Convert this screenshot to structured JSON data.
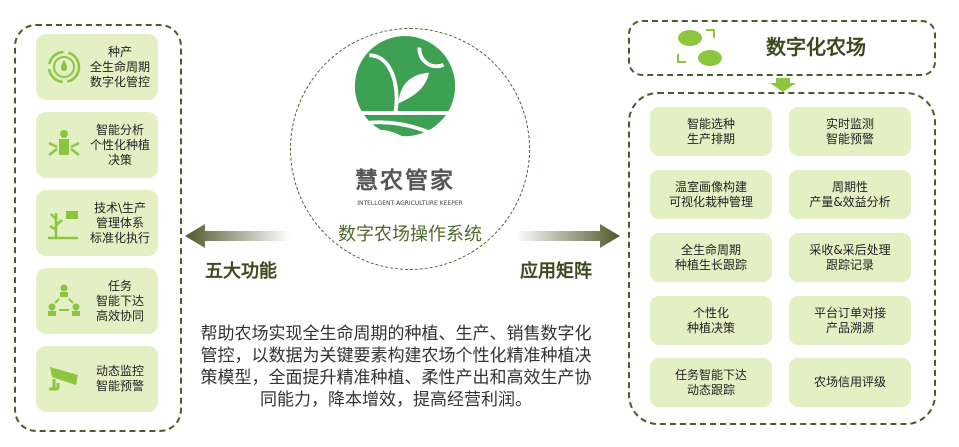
{
  "left_panel": {
    "items": [
      {
        "label": "种产\n全生命周期\n数字化管控",
        "icon": "water-cycle-icon"
      },
      {
        "label": "智能分析\n个性化种植\n决策",
        "icon": "person-arrows-icon"
      },
      {
        "label": "技术\\生产\n管理体系\n标准化执行",
        "icon": "plant-chart-icon"
      },
      {
        "label": "任务\n智能下达\n高效协同",
        "icon": "team-hierarchy-icon"
      },
      {
        "label": "动态监控\n智能预警",
        "icon": "camera-icon"
      }
    ]
  },
  "center": {
    "logo_name": "慧农管家",
    "logo_subtitle": "INTELLGENT AGRICULTURE KEEPER",
    "system_title": "数字农场操作系统",
    "left_label": "五大功能",
    "right_label": "应用矩阵",
    "description": "帮助农场实现全生命周期的种植、生产、销售数字化管控，以数据为关键要素构建农场个性化精准种植决策模型，全面提升精准种植、柔性产出和高效生产协同能力，降本增效，提高经营利润。"
  },
  "right_panel": {
    "header": "数字化农场",
    "items": [
      "智能选种\n生产排期",
      "实时监测\n智能预警",
      "温室画像构建\n可视化栽种管理",
      "周期性\n产量&效益分析",
      "全生命周期\n种植生长跟踪",
      "采收&采后处理\n跟踪记录",
      "个性化\n种植决策",
      "平台订单对接\n产品溯源",
      "任务智能下达\n动态跟踪",
      "农场信用评级"
    ]
  },
  "colors": {
    "accent": "#8cc63f",
    "card": "#e2f0c4",
    "dark_green": "#4e5a2c",
    "logo_green": "#3ea053"
  }
}
